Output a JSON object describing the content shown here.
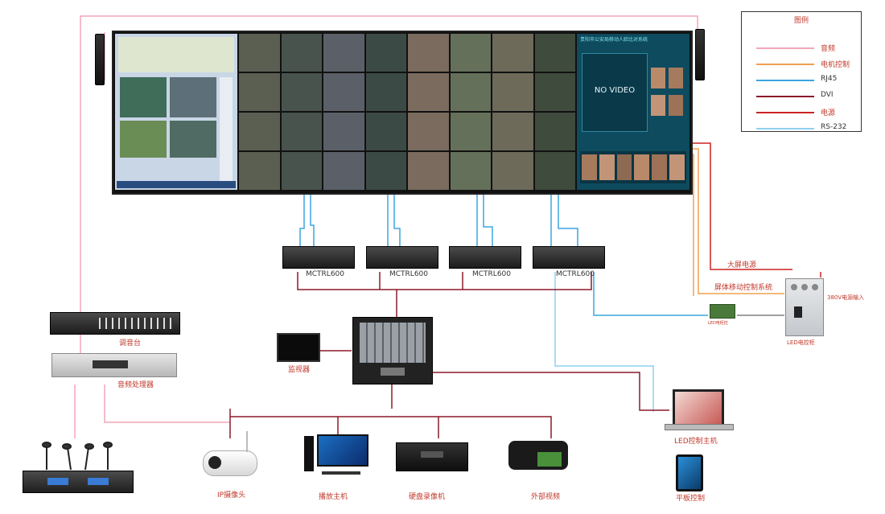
{
  "legend": {
    "title": "图例",
    "items": [
      {
        "label": "音频",
        "color": "#f4a6b8"
      },
      {
        "label": "电机控制",
        "color": "#f0a050"
      },
      {
        "label": "RJ45",
        "color": "#3aa6e0"
      },
      {
        "label": "DVI",
        "color": "#8b1a2b"
      },
      {
        "label": "电源",
        "color": "#cc2222"
      },
      {
        "label": "RS-232",
        "color": "#8fd0f0"
      }
    ]
  },
  "videowall": {
    "panel_title": "贵阳市公安局移动人脸比对系统",
    "no_video": "NO VIDEO"
  },
  "processors": [
    "MCTRL600",
    "MCTRL600",
    "MCTRL600",
    "MCTRL600"
  ],
  "labels": {
    "mixer": "调音台",
    "audio_processor": "音频处理器",
    "monitor": "监视器",
    "power_line": "大屏电源",
    "motor_system": "屏体移动控制系统",
    "power_input": "380V电源输入",
    "relay": "LED电柜控",
    "cabinet": "LED电控柜",
    "ip_camera": "IP摄像头",
    "pc": "播放主机",
    "recorder": "硬盘录像机",
    "camcorder": "外部视频",
    "laptop": "LED控制主机",
    "tablet": "平板控制"
  }
}
